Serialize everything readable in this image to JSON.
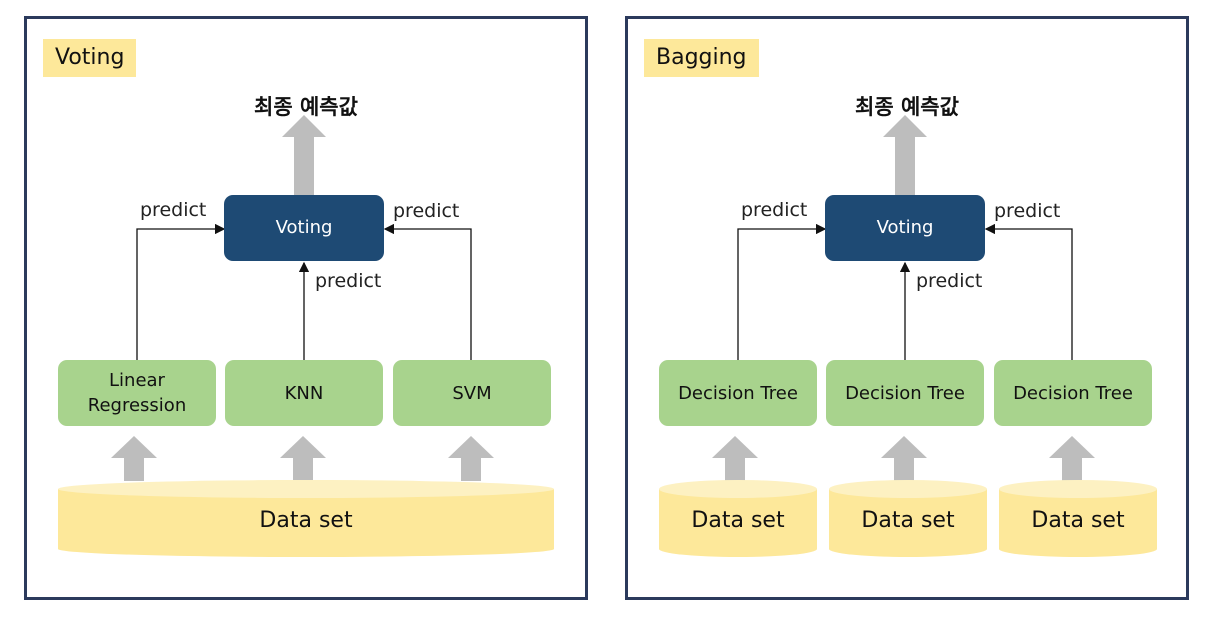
{
  "voting_panel": {
    "tag": "Voting",
    "final_label": "최종 예측값",
    "voting_label": "Voting",
    "predict_label": "predict",
    "models": [
      "Linear\nRegression",
      "KNN",
      "SVM"
    ],
    "dataset_label": "Data set"
  },
  "bagging_panel": {
    "tag": "Bagging",
    "final_label": "최종 예측값",
    "voting_label": "Voting",
    "predict_label": "predict",
    "models": [
      "Decision Tree",
      "Decision Tree",
      "Decision Tree"
    ],
    "dataset_label": "Data set"
  },
  "colors": {
    "border": "#2b3a5c",
    "tag_bg": "#fde89a",
    "voting_box": "#1e4a74",
    "model_box": "#a8d38d",
    "dataset": "#fde89a",
    "arrow_gray": "#bdbdbd"
  }
}
